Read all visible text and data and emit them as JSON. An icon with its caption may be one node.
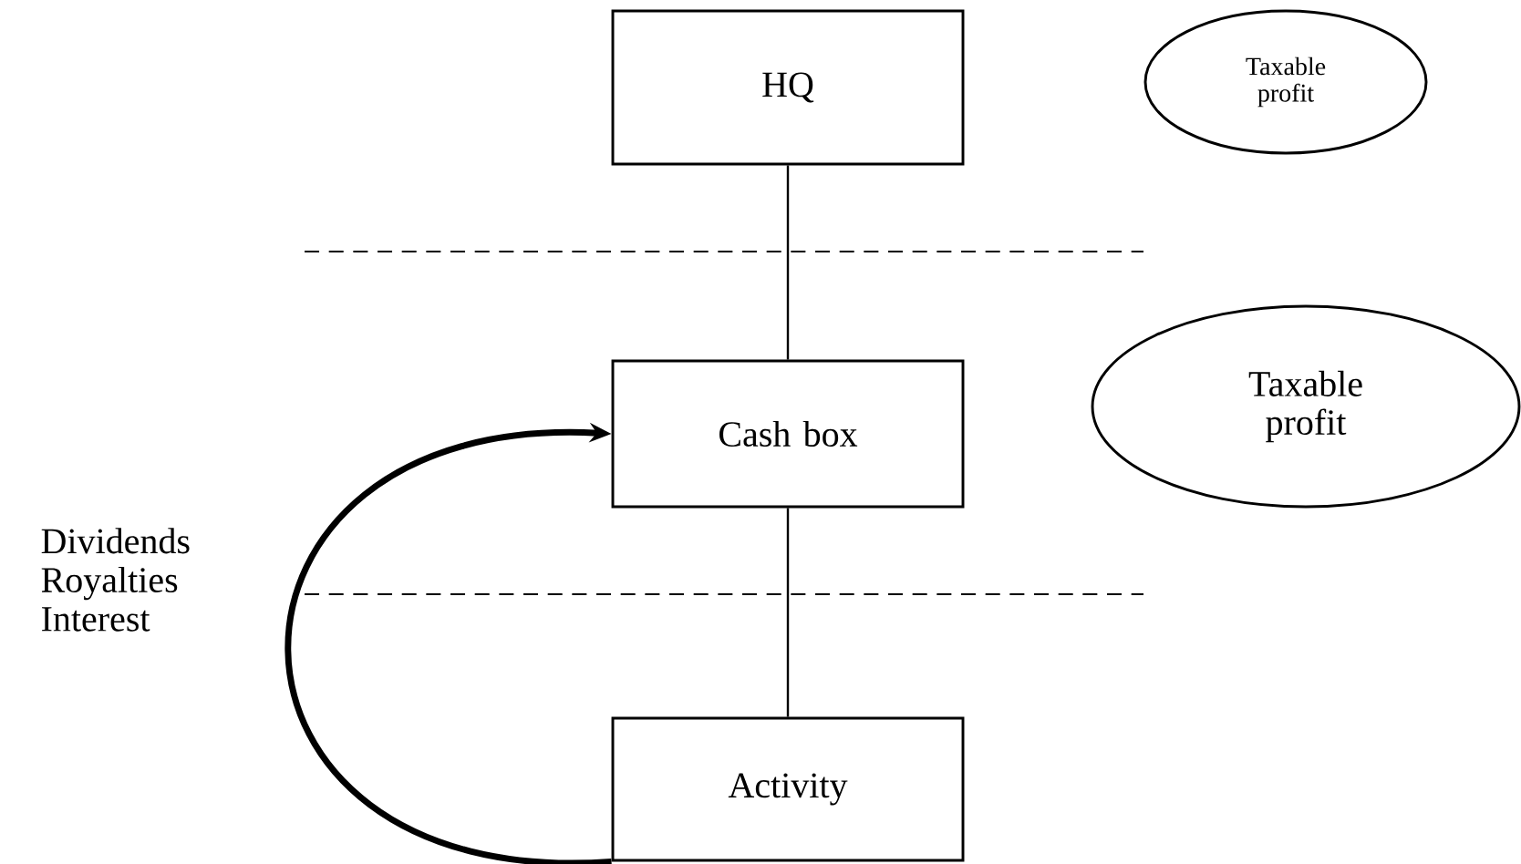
{
  "diagram": {
    "nodes": [
      {
        "text": [
          "HQ"
        ]
      },
      {
        "text": [
          "Cash box"
        ]
      },
      {
        "text": [
          "Activity"
        ]
      },
      {
        "text": [
          "Taxable profit"
        ]
      },
      {
        "text": [
          "Taxable profit"
        ]
      }
    ],
    "edges": [
      {
        "from": 0,
        "to": 1,
        "arrow": "none"
      },
      {
        "from": 1,
        "to": 2,
        "arrow": "none"
      },
      {
        "from": 2,
        "to": 1,
        "arrow": "to",
        "label": "Dividends Royalties Interest",
        "style": "thick"
      }
    ]
  }
}
